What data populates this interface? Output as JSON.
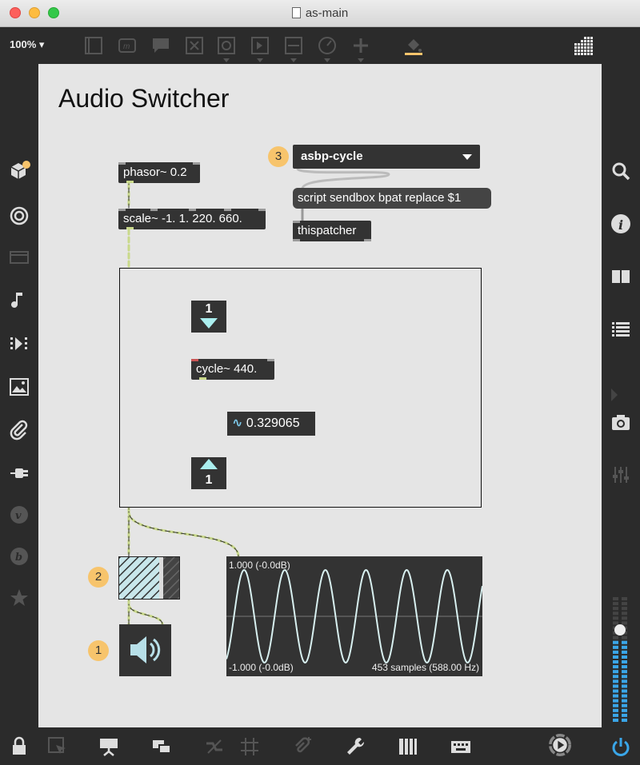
{
  "window": {
    "title": "as-main"
  },
  "toolbar": {
    "zoom": "100%"
  },
  "patch": {
    "title": "Audio Switcher",
    "objects": {
      "phasor": "phasor~ 0.2",
      "scale": "scale~ -1. 1. 220. 660.",
      "umenu": "asbp-cycle",
      "script_message": "script sendbox bpat replace $1",
      "thispatcher": "thispatcher",
      "cycle": "cycle~ 440.",
      "number_in": "1",
      "number_out": "1",
      "signal_value": "0.329065"
    },
    "badges": {
      "menu": "3",
      "gain": "2",
      "dac": "1"
    },
    "scope": {
      "top_label": "1.000 (-0.0dB)",
      "bottom_label": "-1.000 (-0.0dB)",
      "info_label": "453 samples (588.00 Hz)"
    }
  },
  "meter": {
    "level": 0.62
  },
  "colors": {
    "accent": "#f7c46c",
    "patchcord_signal": "#c9d98a",
    "object_bg": "#333333",
    "canvas_bg": "#e5e5e5",
    "meter_blue": "#3aa6e8"
  },
  "icons": {
    "sidebar_left": [
      "package-icon",
      "target-icon",
      "device-icon",
      "music-note-icon",
      "media-icon",
      "image-icon",
      "paperclip-icon",
      "plug-icon",
      "vizzie-icon",
      "beap-icon",
      "star-icon"
    ],
    "sidebar_right": [
      "search-icon",
      "info-icon",
      "book-icon",
      "list-icon",
      "camera-icon",
      "mixer-icon"
    ],
    "bottom": [
      "lock-icon",
      "select-icon",
      "presentation-icon",
      "windows-icon",
      "cord-icon",
      "grid-icon",
      "attach-icon",
      "wrench-icon",
      "piano-icon",
      "keyboard-icon",
      "transport-icon",
      "power-icon"
    ]
  }
}
